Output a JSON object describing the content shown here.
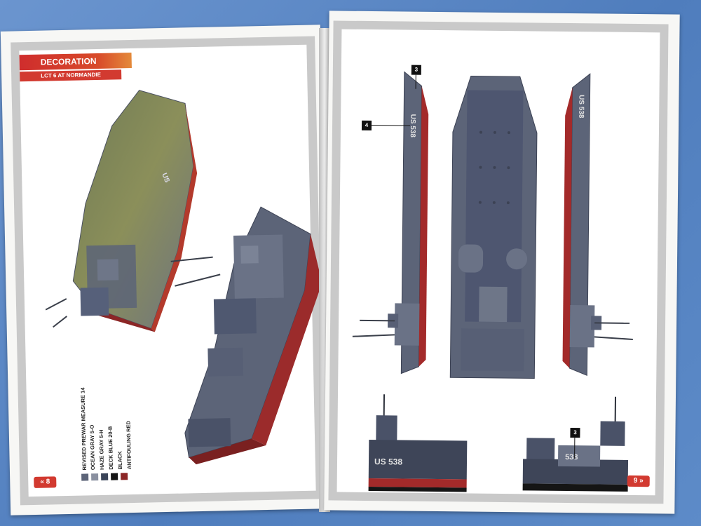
{
  "left_page": {
    "title": "DECORATION",
    "subtitle": "LCT 6 AT NORMANDIE",
    "page_number": "8",
    "page_arrow": "«",
    "hull_marking": "US",
    "legend": {
      "title": "REVISED PREWAR MEASURE 14",
      "items": [
        {
          "label": "OCEAN GRAY 5-O",
          "color": "#5c6478"
        },
        {
          "label": "HAZE GRAY 5-H",
          "color": "#8a90a0"
        },
        {
          "label": "DECK BLUE 20-B",
          "color": "#3a4458"
        },
        {
          "label": "BLACK",
          "color": "#151515"
        },
        {
          "label": "ANTIFOULING RED",
          "color": "#8c2626"
        }
      ]
    }
  },
  "right_page": {
    "page_number": "9",
    "page_arrow": "»",
    "callouts": [
      "3",
      "4",
      "3"
    ],
    "hull_marking_side": "US 538",
    "hull_marking_stern": "US 538",
    "hull_marking_bow": "538"
  },
  "colors": {
    "accent_red": "#d23a30",
    "hull_gray": "#5c6478",
    "deck_blue": "#4a5268",
    "antifouling": "#a32a2a"
  }
}
